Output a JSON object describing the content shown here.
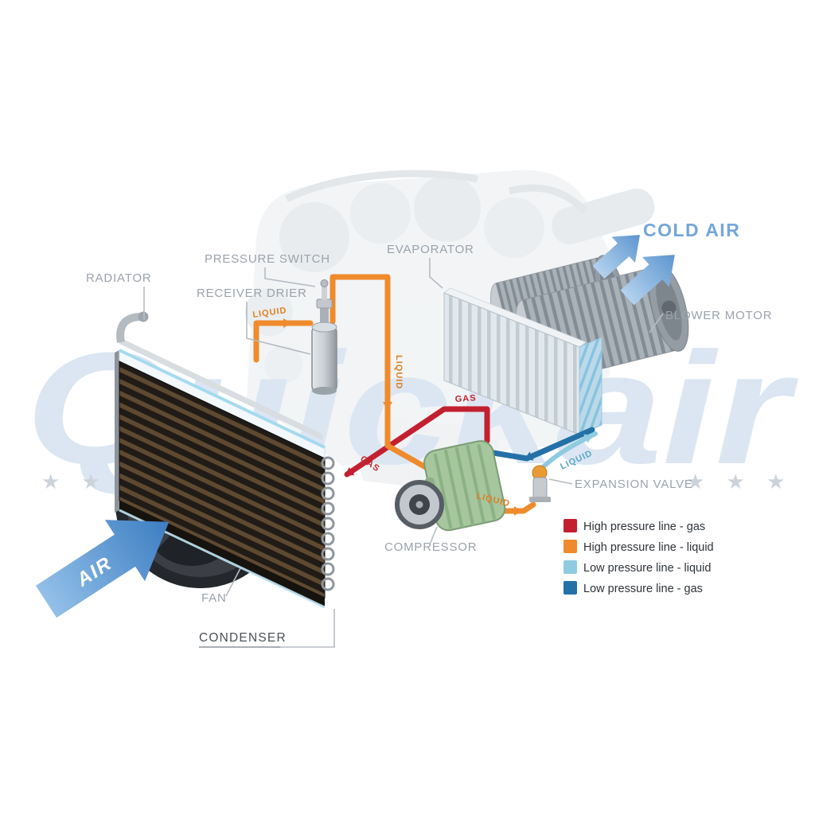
{
  "watermark": {
    "text": "Quickair",
    "stars_left": "★ ★ ★",
    "stars_right": "★ ★ ★"
  },
  "airflow": {
    "air_in": "AIR",
    "cold_air": "COLD AIR"
  },
  "component_labels": {
    "radiator": "RADIATOR",
    "pressure_switch": "PRESSURE SWITCH",
    "receiver_drier": "RECEIVER DRIER",
    "evaporator": "EVAPORATOR",
    "blower_motor": "BLOWER MOTOR",
    "expansion_valve": "EXPANSION VALVE",
    "compressor": "COMPRESSOR",
    "fan": "FAN",
    "condenser": "CONDENSER"
  },
  "pipe_labels": {
    "liquid_condenser_out": "LIQUID",
    "liquid_drier_down": "LIQUID",
    "liquid_to_valve": "LIQUID",
    "liquid_low_pressure": "LIQUID",
    "gas_high_1": "GAS",
    "gas_high_2": "GAS"
  },
  "legend": {
    "items": [
      {
        "label": "High pressure line - gas",
        "color": "#c3202f"
      },
      {
        "label": "High pressure line - liquid",
        "color": "#ef8b2c"
      },
      {
        "label": "Low pressure line - liquid",
        "color": "#8fcbe0"
      },
      {
        "label": "Low pressure line -  gas",
        "color": "#2471a8"
      }
    ]
  },
  "colors": {
    "high_pressure_gas": "#c3202f",
    "high_pressure_liquid": "#ef8b2c",
    "low_pressure_liquid": "#8fcbe0",
    "low_pressure_gas": "#2471a8",
    "air_arrow_blue": "#3c7dc2",
    "cold_air_text": "#74a6da",
    "label_gray": "#9ba3ab",
    "watermark_blue": "#dbe6f2"
  }
}
